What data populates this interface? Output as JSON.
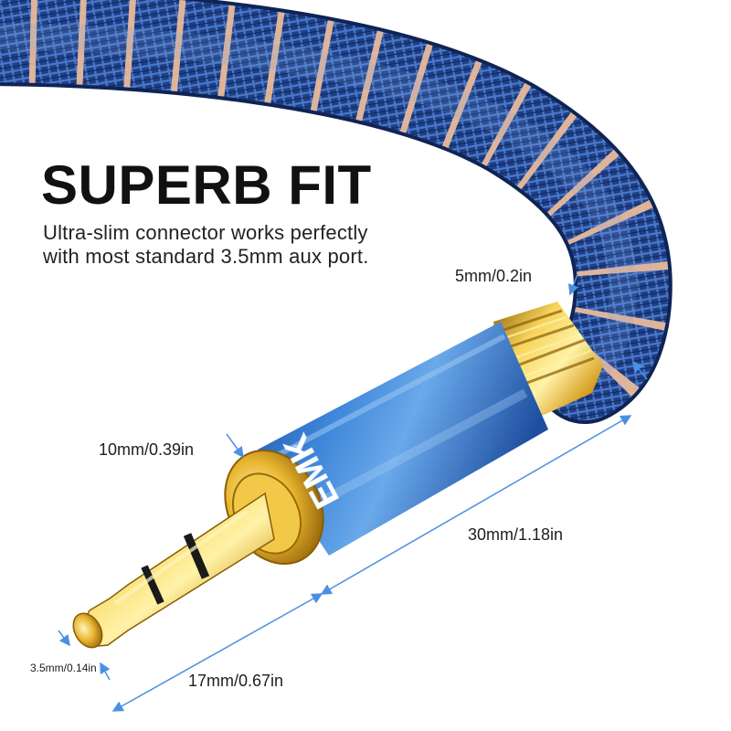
{
  "headline": "SUPERB FIT",
  "description": {
    "line1": "Ultra-slim connector works perfectly",
    "line2": "with most standard 3.5mm aux port."
  },
  "brand": {
    "logo_text": "EMK",
    "registered_mark": "®"
  },
  "dimensions": {
    "cable_diameter": "5mm/0.2in",
    "plug_diameter": "10mm/0.39in",
    "housing_length": "30mm/1.18in",
    "tip_diameter": "3.5mm/0.14in",
    "pin_length": "17mm/0.67in"
  },
  "colors": {
    "cable_blue": "#1f4a9e",
    "cable_stripe": "#e8b99a",
    "housing_blue": "#3b7fd0",
    "gold": "#d9a520",
    "dimension_line": "#4a90e2"
  }
}
